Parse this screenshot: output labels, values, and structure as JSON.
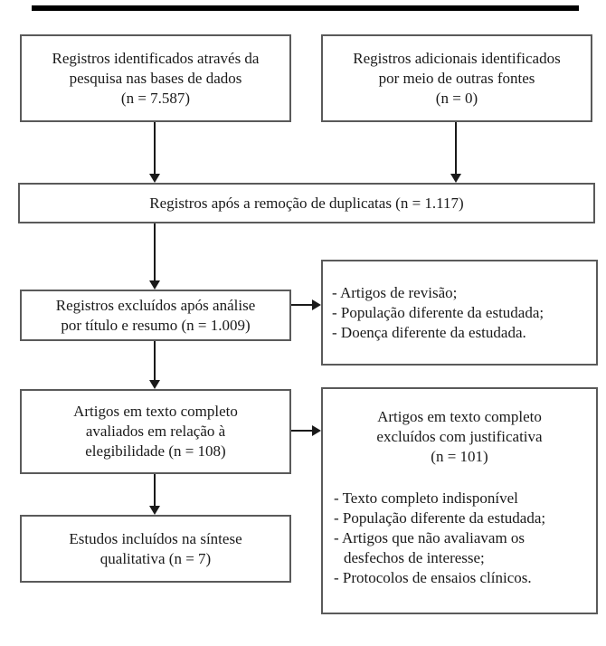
{
  "figure": {
    "type": "prisma-flow-diagram",
    "language": "pt-BR"
  },
  "colors": {
    "box_border": "#5a5a5a",
    "connector": "#1a1a1a",
    "text": "#1a1a1a",
    "top_rule": "#000000",
    "background": "#ffffff"
  },
  "boxes": {
    "identified_databases": {
      "lines": [
        "Registros identificados através da",
        "pesquisa nas bases de dados",
        "(n = 7.587)"
      ],
      "n": "7.587"
    },
    "identified_other_sources": {
      "lines": [
        "Registros adicionais identificados",
        "por meio de outras fontes",
        "(n = 0)"
      ],
      "n": "0"
    },
    "after_duplicates_removed": {
      "lines": [
        "Registros após a remoção de duplicatas (n = 1.117)"
      ],
      "n": "1.117"
    },
    "excluded_title_abstract": {
      "lines": [
        "Registros excluídos após análise",
        "por título e resumo (n = 1.009)"
      ],
      "n": "1.009"
    },
    "screening_exclusion_reasons": {
      "items": [
        "- Artigos de revisão;",
        "- População diferente da estudada;",
        "- Doença diferente da estudada."
      ]
    },
    "fulltext_assessed": {
      "lines": [
        "Artigos em texto completo",
        "avaliados em relação à",
        "elegibilidade (n = 108)"
      ],
      "n": "108"
    },
    "fulltext_excluded": {
      "heading": [
        "Artigos em texto completo",
        "excluídos com justificativa",
        "(n = 101)"
      ],
      "n": "101",
      "items": [
        "- Texto completo indisponível",
        "- População diferente da estudada;",
        "- Artigos que não avaliavam os",
        "desfechos de interesse;",
        "- Protocolos de ensaios clínicos."
      ]
    },
    "included_qualitative": {
      "lines": [
        "Estudos incluídos na síntese",
        "qualitativa (n = 7)"
      ],
      "n": "7"
    }
  }
}
